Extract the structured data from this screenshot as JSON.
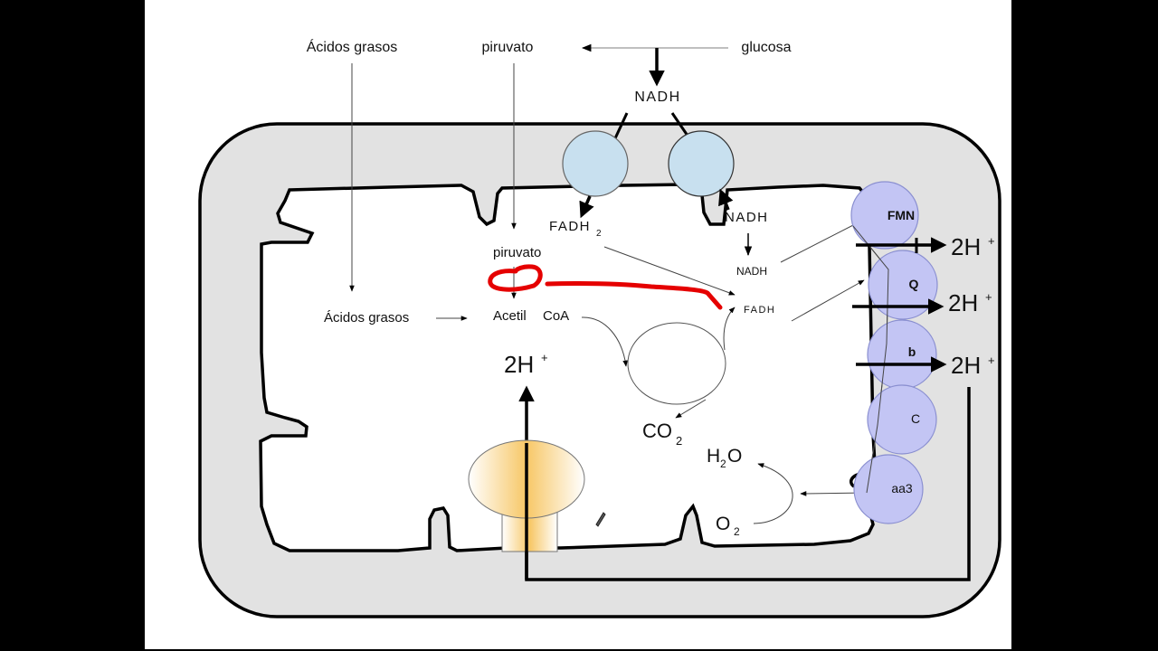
{
  "colors": {
    "membrane_fill": "#e2e2e2",
    "complex_blue": "#c8e0ef",
    "chain_purple": "#c3c5f4",
    "synthase_orange": "#f7c766",
    "highlight_red": "#e50000",
    "frame": "#000000",
    "canvas": "#ffffff"
  },
  "top": {
    "acidos_grasos": "Ácidos grasos",
    "piruvato": "piruvato",
    "glucosa": "glucosa",
    "nadh": "NADH"
  },
  "matrix": {
    "fadh2": "FADH",
    "fadh2_sub": "2",
    "nadh_upper": "NADH",
    "nadh_lower": "NADH",
    "fadh": "FADH",
    "piruvato": "piruvato",
    "acidos_grasos": "Ácidos grasos",
    "acetil": "Acetil",
    "coa": "CoA",
    "two_h_center": "2H",
    "two_h_center_sup": "+",
    "co2": "CO",
    "co2_sub": "2",
    "h2o_h": "H",
    "h2o_sub": "2",
    "h2o_o": "O",
    "o2": "O",
    "o2_sub": "2"
  },
  "chain": {
    "complexes": [
      "FMN",
      "Q",
      "b",
      "C",
      "aa3"
    ],
    "protons": [
      {
        "text": "2H",
        "sup": "+"
      },
      {
        "text": "2H",
        "sup": "+"
      },
      {
        "text": "2H",
        "sup": "+"
      }
    ]
  }
}
